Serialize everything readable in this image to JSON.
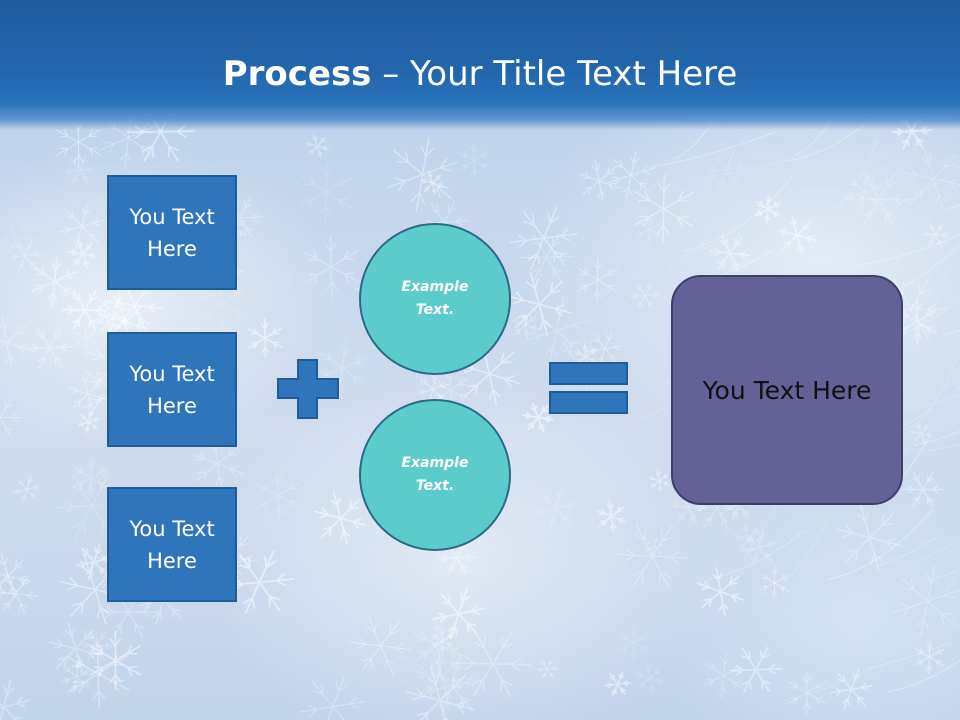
{
  "title": {
    "bold": "Process",
    "rest": " – Your Title Text Here"
  },
  "inputs": [
    {
      "label": "You Text Here"
    },
    {
      "label": "You Text Here"
    },
    {
      "label": "You Text Here"
    }
  ],
  "examples": [
    {
      "label": "Example Text."
    },
    {
      "label": "Example Text."
    }
  ],
  "result": {
    "label": "You Text Here"
  },
  "operators": {
    "plus": "plus-icon",
    "equals": "equals-icon"
  },
  "colors": {
    "header": "#2366ad",
    "box": "#2e75bc",
    "circle": "#5ccbcc",
    "result": "#636198"
  }
}
